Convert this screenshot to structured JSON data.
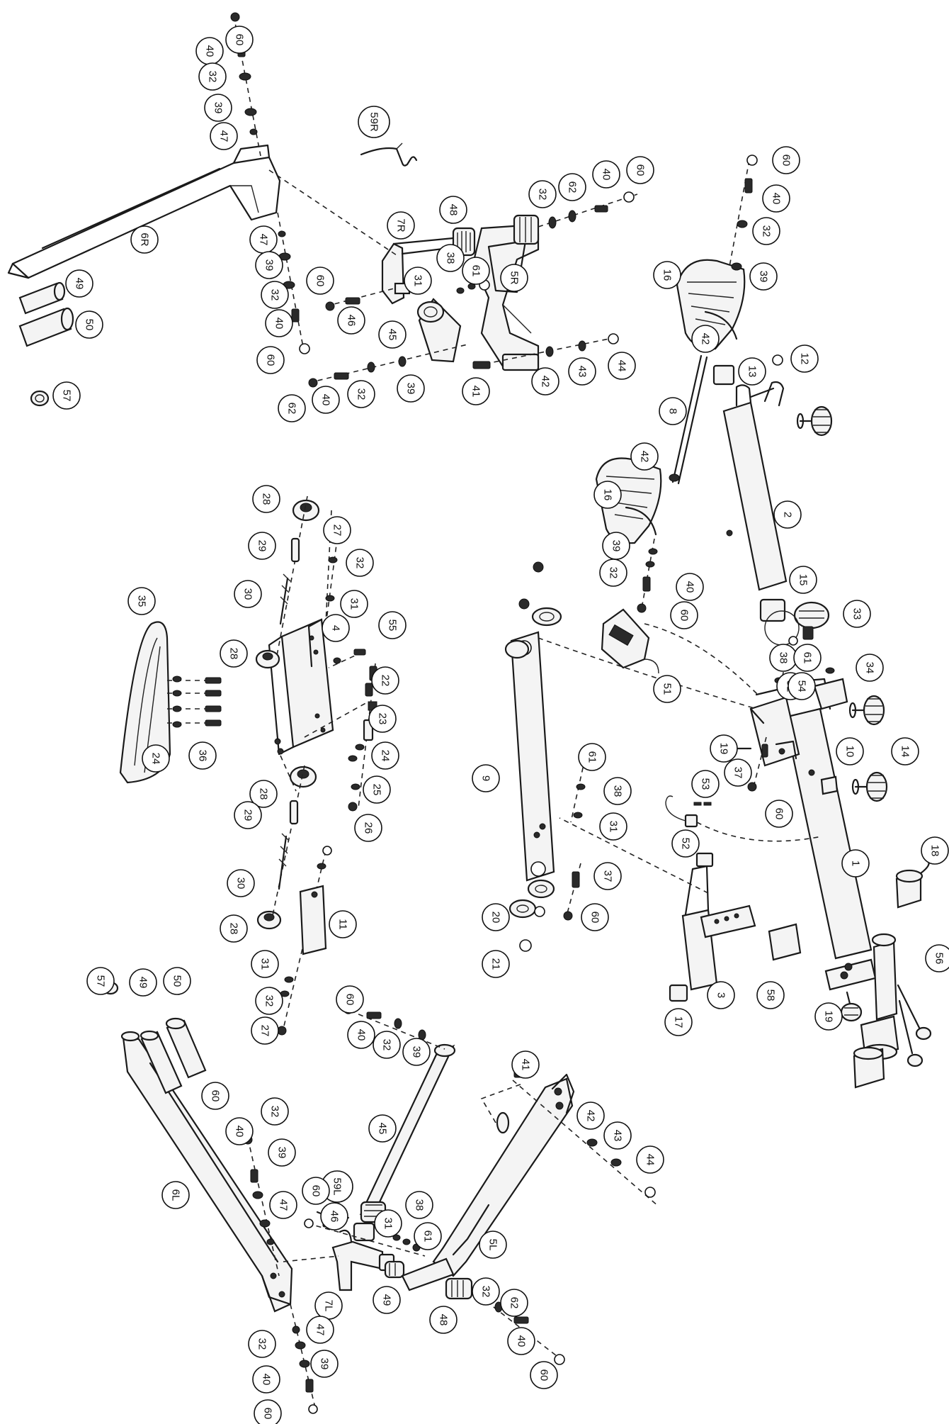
{
  "callouts": [
    {
      "id": "c-60-a",
      "label": "60"
    },
    {
      "id": "c-40-a",
      "label": "40"
    },
    {
      "id": "c-32-a",
      "label": "32"
    },
    {
      "id": "c-39-a",
      "label": "39"
    },
    {
      "id": "c-47-a",
      "label": "47"
    },
    {
      "id": "c-59R",
      "label": "59R"
    },
    {
      "id": "c-6R",
      "label": "6R"
    },
    {
      "id": "c-47-b",
      "label": "47"
    },
    {
      "id": "c-39-b",
      "label": "39"
    },
    {
      "id": "c-32-b",
      "label": "32"
    },
    {
      "id": "c-40-b",
      "label": "40"
    },
    {
      "id": "c-60-b",
      "label": "60"
    },
    {
      "id": "c-49-a",
      "label": "49"
    },
    {
      "id": "c-50-a",
      "label": "50"
    },
    {
      "id": "c-57-a",
      "label": "57"
    },
    {
      "id": "c-7R",
      "label": "7R"
    },
    {
      "id": "c-48-a",
      "label": "48"
    },
    {
      "id": "c-32-c",
      "label": "32"
    },
    {
      "id": "c-62-a",
      "label": "62"
    },
    {
      "id": "c-40-c",
      "label": "40"
    },
    {
      "id": "c-60-c",
      "label": "60"
    },
    {
      "id": "c-60-d",
      "label": "60"
    },
    {
      "id": "c-31-a",
      "label": "31"
    },
    {
      "id": "c-38-a",
      "label": "38"
    },
    {
      "id": "c-61-a",
      "label": "61"
    },
    {
      "id": "c-5R",
      "label": "5R"
    },
    {
      "id": "c-46-a",
      "label": "46"
    },
    {
      "id": "c-45-a",
      "label": "45"
    },
    {
      "id": "c-62-b",
      "label": "62"
    },
    {
      "id": "c-40-d",
      "label": "40"
    },
    {
      "id": "c-32-d",
      "label": "32"
    },
    {
      "id": "c-39-c",
      "label": "39"
    },
    {
      "id": "c-41-a",
      "label": "41"
    },
    {
      "id": "c-42-a",
      "label": "42"
    },
    {
      "id": "c-43-a",
      "label": "43"
    },
    {
      "id": "c-44-a",
      "label": "44"
    },
    {
      "id": "c-60-e",
      "label": "60"
    },
    {
      "id": "c-40-e",
      "label": "40"
    },
    {
      "id": "c-32-e",
      "label": "32"
    },
    {
      "id": "c-39-d",
      "label": "39"
    },
    {
      "id": "c-16-a",
      "label": "16"
    },
    {
      "id": "c-42-b",
      "label": "42"
    },
    {
      "id": "c-12",
      "label": "12"
    },
    {
      "id": "c-13",
      "label": "13"
    },
    {
      "id": "c-8",
      "label": "8"
    },
    {
      "id": "c-42-c",
      "label": "42"
    },
    {
      "id": "c-16-b",
      "label": "16"
    },
    {
      "id": "c-2",
      "label": "2"
    },
    {
      "id": "c-39-e",
      "label": "39"
    },
    {
      "id": "c-32-f",
      "label": "32"
    },
    {
      "id": "c-40-f",
      "label": "40"
    },
    {
      "id": "c-60-f",
      "label": "60"
    },
    {
      "id": "c-15",
      "label": "15"
    },
    {
      "id": "c-33",
      "label": "33"
    },
    {
      "id": "c-51",
      "label": "51"
    },
    {
      "id": "c-38-b",
      "label": "38"
    },
    {
      "id": "c-61-b",
      "label": "61"
    },
    {
      "id": "c-31-b",
      "label": "31"
    },
    {
      "id": "c-54",
      "label": "54"
    },
    {
      "id": "c-34",
      "label": "34"
    },
    {
      "id": "c-19-a",
      "label": "19"
    },
    {
      "id": "c-37-a",
      "label": "37"
    },
    {
      "id": "c-10",
      "label": "10"
    },
    {
      "id": "c-14",
      "label": "14"
    },
    {
      "id": "c-60-g",
      "label": "60"
    },
    {
      "id": "c-53",
      "label": "53"
    },
    {
      "id": "c-52",
      "label": "52"
    },
    {
      "id": "c-1",
      "label": "1"
    },
    {
      "id": "c-18",
      "label": "18"
    },
    {
      "id": "c-56",
      "label": "56"
    },
    {
      "id": "c-19-b",
      "label": "19"
    },
    {
      "id": "c-58",
      "label": "58"
    },
    {
      "id": "c-3",
      "label": "3"
    },
    {
      "id": "c-17",
      "label": "17"
    },
    {
      "id": "c-35",
      "label": "35"
    },
    {
      "id": "c-24-a",
      "label": "24"
    },
    {
      "id": "c-36",
      "label": "36"
    },
    {
      "id": "c-28-a",
      "label": "28"
    },
    {
      "id": "c-29-a",
      "label": "29"
    },
    {
      "id": "c-27-a",
      "label": "27"
    },
    {
      "id": "c-30-a",
      "label": "30"
    },
    {
      "id": "c-32-g",
      "label": "32"
    },
    {
      "id": "c-31-c",
      "label": "31"
    },
    {
      "id": "c-28-b",
      "label": "28"
    },
    {
      "id": "c-4",
      "label": "4"
    },
    {
      "id": "c-55",
      "label": "55"
    },
    {
      "id": "c-22",
      "label": "22"
    },
    {
      "id": "c-23",
      "label": "23"
    },
    {
      "id": "c-24-b",
      "label": "24"
    },
    {
      "id": "c-28-c",
      "label": "28"
    },
    {
      "id": "c-29-b",
      "label": "29"
    },
    {
      "id": "c-25",
      "label": "25"
    },
    {
      "id": "c-26",
      "label": "26"
    },
    {
      "id": "c-30-b",
      "label": "30"
    },
    {
      "id": "c-11",
      "label": "11"
    },
    {
      "id": "c-28-d",
      "label": "28"
    },
    {
      "id": "c-31-d",
      "label": "31"
    },
    {
      "id": "c-32-h",
      "label": "32"
    },
    {
      "id": "c-27-b",
      "label": "27"
    },
    {
      "id": "c-9",
      "label": "9"
    },
    {
      "id": "c-61-c",
      "label": "61"
    },
    {
      "id": "c-38-c",
      "label": "38"
    },
    {
      "id": "c-31-e",
      "label": "31"
    },
    {
      "id": "c-37-b",
      "label": "37"
    },
    {
      "id": "c-60-h",
      "label": "60"
    },
    {
      "id": "c-20",
      "label": "20"
    },
    {
      "id": "c-21",
      "label": "21"
    },
    {
      "id": "c-57-b",
      "label": "57"
    },
    {
      "id": "c-49-b",
      "label": "49"
    },
    {
      "id": "c-50-b",
      "label": "50"
    },
    {
      "id": "c-60-i",
      "label": "60"
    },
    {
      "id": "c-40-g",
      "label": "40"
    },
    {
      "id": "c-32-i",
      "label": "32"
    },
    {
      "id": "c-39-f",
      "label": "39"
    },
    {
      "id": "c-41-b",
      "label": "41"
    },
    {
      "id": "c-42-d",
      "label": "42"
    },
    {
      "id": "c-43-b",
      "label": "43"
    },
    {
      "id": "c-44-b",
      "label": "44"
    },
    {
      "id": "c-60-j",
      "label": "60"
    },
    {
      "id": "c-32-j",
      "label": "32"
    },
    {
      "id": "c-59L",
      "label": "59L"
    },
    {
      "id": "c-40-h",
      "label": "40"
    },
    {
      "id": "c-39-g",
      "label": "39"
    },
    {
      "id": "c-45-b",
      "label": "45"
    },
    {
      "id": "c-6L",
      "label": "6L"
    },
    {
      "id": "c-47-c",
      "label": "47"
    },
    {
      "id": "c-60-k",
      "label": "60"
    },
    {
      "id": "c-46-b",
      "label": "46"
    },
    {
      "id": "c-38-d",
      "label": "38"
    },
    {
      "id": "c-31-f",
      "label": "31"
    },
    {
      "id": "c-61-d",
      "label": "61"
    },
    {
      "id": "c-5L",
      "label": "5L"
    },
    {
      "id": "c-7L",
      "label": "7L"
    },
    {
      "id": "c-49-c",
      "label": "49"
    },
    {
      "id": "c-48-b",
      "label": "48"
    },
    {
      "id": "c-32-k",
      "label": "32"
    },
    {
      "id": "c-62-c",
      "label": "62"
    },
    {
      "id": "c-40-i",
      "label": "40"
    },
    {
      "id": "c-60-l",
      "label": "60"
    },
    {
      "id": "c-47-d",
      "label": "47"
    },
    {
      "id": "c-39-h",
      "label": "39"
    },
    {
      "id": "c-32-l",
      "label": "32"
    },
    {
      "id": "c-40-j",
      "label": "40"
    },
    {
      "id": "c-60-m",
      "label": "60"
    }
  ]
}
